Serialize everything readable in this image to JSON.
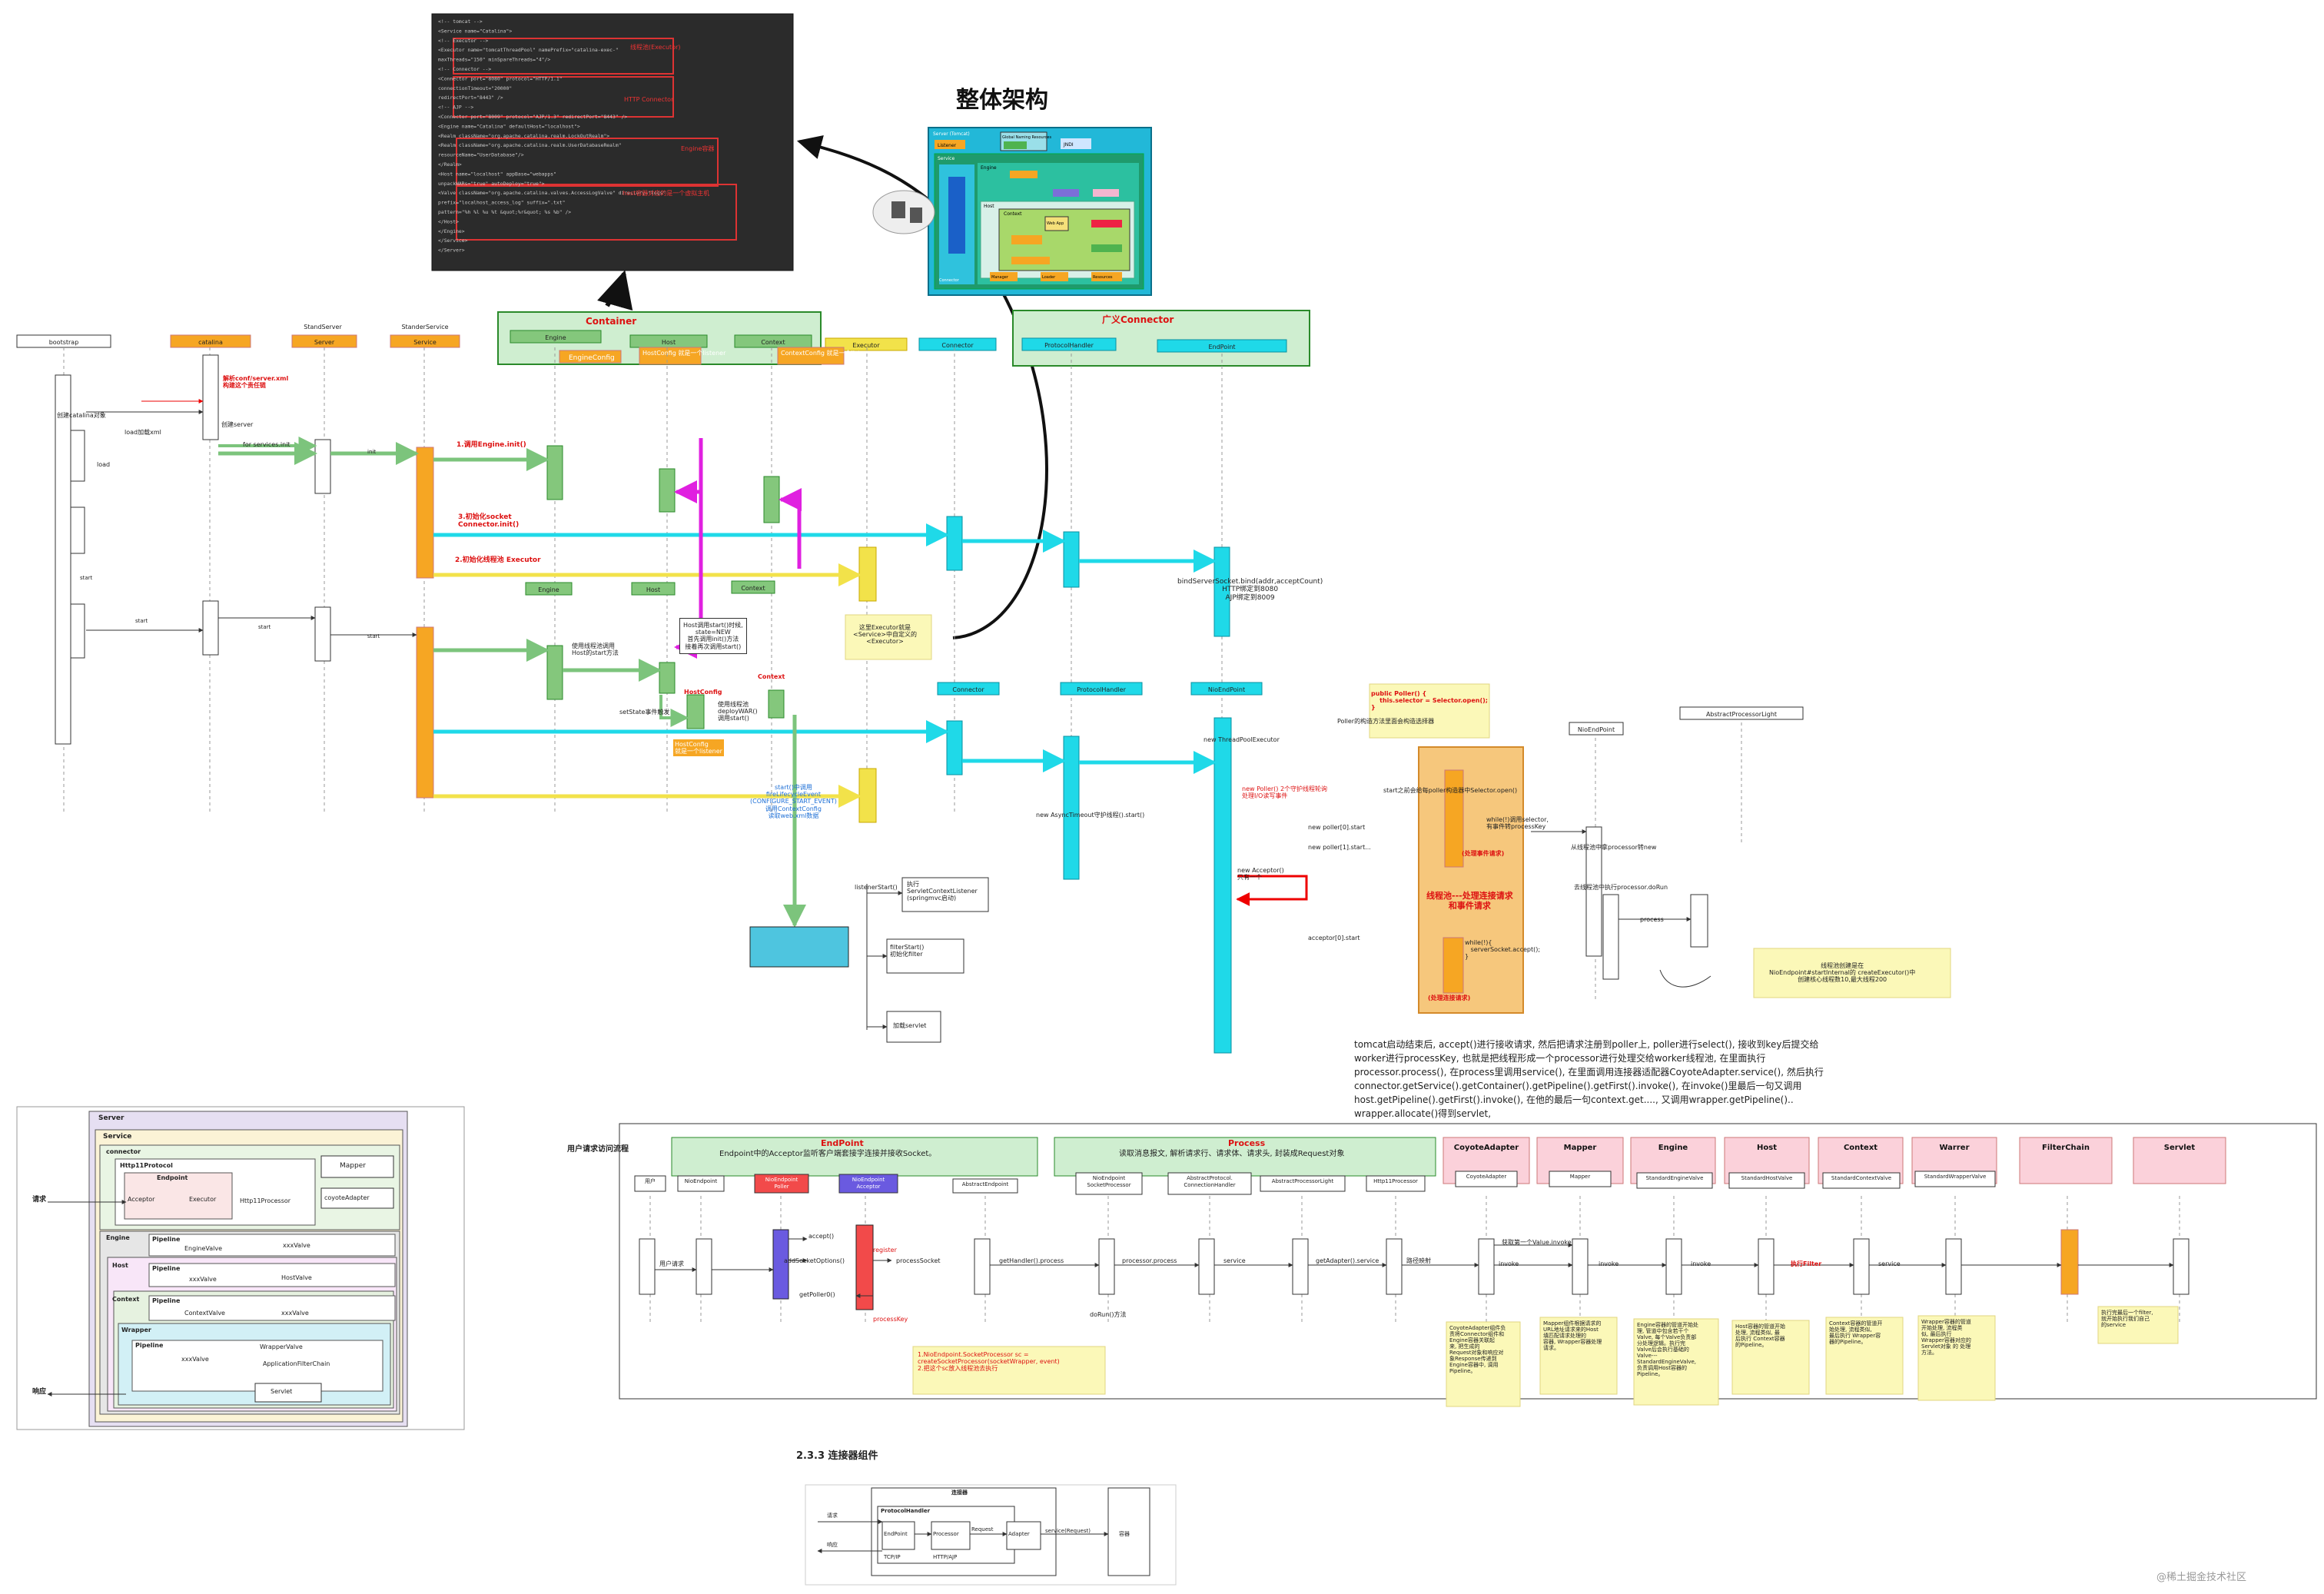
{
  "overview": {
    "title": "整体架构",
    "watermark": "@稀土掘金技术社区"
  },
  "lifelines": [
    {
      "label": "bootstrap"
    },
    {
      "label": "catalina"
    },
    {
      "label": "StandServer"
    },
    {
      "label": "Server"
    },
    {
      "label": "StanderService"
    },
    {
      "label": "Service"
    },
    {
      "label": "Engine"
    },
    {
      "label": "Host"
    },
    {
      "label": "Context"
    },
    {
      "label": "Executor"
    },
    {
      "label": "Connector"
    },
    {
      "label": "ProtocolHandler"
    },
    {
      "label": "EndPoint"
    },
    {
      "label": "NioEndPoint"
    },
    {
      "label": "AbstractProcessorLight"
    }
  ],
  "groups": {
    "container": "Container",
    "connector": "广义Connector",
    "engine_config": "EngineConfig",
    "host_config": "HostConfig\n就是一个listener",
    "context_config": "ContextConfig\n就是一个listener"
  },
  "seq_labels": {
    "parse_xml": "解析conf/server.xml\n构建这个责任链",
    "create_catalina": "创建catalina对象",
    "load_via_bootstrap": "load加载xml",
    "load": "load",
    "create_server": "创建server",
    "for_services_init": "for services.init",
    "init": "init",
    "start": "start",
    "engine_init": "1.调用Engine.init()",
    "socket_init": "3.初始化socket\nConnector.init()",
    "executor_init": "2.初始化线程池 Executor",
    "bind": "bindServerSocket.bind(addr,acceptCount)\nHTTP绑定到8080\nAJP绑定到8009",
    "host_start_note": "Host调用start()时候,\nstate=NEW\n首先调用init()方法\n接着再次调用start()",
    "executor_note": "这里Executor就是\n<Service>中自定义的\n<Executor>",
    "use_pool_call": "使用线程池调用\nHost的start方法",
    "host_cfg_label": "HostConfig",
    "context_label": "Context",
    "deploy_war": "使用线程池\ndeployWAR()\n调用start()",
    "setstate": "setState事件触发",
    "host_cfg_listener": "HostConfig\n就是一个listener",
    "context_start": "start()中调用\nfireLifecycleEvent\n(CONFIGURE_START_EVENT)\n调用ContextConfig\n读取web.xml数据",
    "listener_start": "listenerStart()",
    "exec_listener": "执行\nServletContextListener\n(springmvc启动)",
    "filter_start": "filterStart()\n初始化filter",
    "load_servlet": "加载servlet",
    "new_tpe": "new ThreadPoolExecutor",
    "new_poller": "new Poller() 2个守护线程轮询\n处理I/O读写事件",
    "new_async": "new AsyncTimeout守护线程().start()",
    "poller_start_a": "new poller[0].start",
    "poller_start_b": "new poller[1].start...",
    "new_acceptor": "new Acceptor()\n只有一个",
    "acceptor_start": "acceptor[0].start",
    "poller_code": "public Poller() {\n    this.selector = Selector.open();\n}",
    "poller_code_desc": "Poller的构造方法里面会构造选择器",
    "start_poller_note": "start之前会给每poller构造器中Selector.open()",
    "poller_loop": "while(!)调用selector,\n有事件转processKey",
    "from_poller": "从线程池中拿processor转new",
    "pool_exec": "去线程池中执行processor.doRun",
    "process": "process",
    "handle_event": "(处理事件请求)",
    "pool_title": "线程池---处理连接请求\n和事件请求",
    "acceptor_loop": "while(!){\n   serverSocket.accept();\n}",
    "handle_conn": "(处理连接请求)",
    "pool_note": "线程池创建是在\nNioEndpoint#startInternal的 createExecutor()中\n创建核心线程数10,最大线程200",
    "summary": "tomcat启动结束后, accept()进行接收请求, 然后把请求注册到poller上, poller进行select(), 接收到key后提交给\nworker进行processKey, 也就是把线程形成一个processor进行处理交给worker线程池, 在里面执行\nprocessor.process(), 在process里调用service(), 在里面调用连接器适配器CoyoteAdapter.service(), 然后执行\nconnector.getService().getContainer().getPipeline().getFirst().invoke(), 在invoke()里最后一句又调用\nhost.getPipeline().getFirst().invoke(), 在他的最后一句context.get...., 又调用wrapper.getPipeline()..\nwrapper.allocate()得到servlet,"
  },
  "mini_sublabels": [
    "Engine",
    "Host",
    "Context",
    "Connector",
    "ProtocolHandler",
    "NioEndPoint"
  ],
  "arch_diagram": {
    "server": "Server",
    "service": "Service",
    "connector": "connector",
    "http11": "Http11Protocol",
    "endpoint": "Endpoint",
    "acceptor": "Acceptor",
    "executor": "Executor",
    "http11processor": "Http11Processor",
    "mapper": "Mapper",
    "coyote": "coyoteAdapter",
    "engine": "Engine",
    "host": "Host",
    "context": "Context",
    "wrapper": "Wrapper",
    "pipeline": "Pipeline",
    "engine_valve": "EngineValve",
    "host_valve": "HostValve",
    "context_valve": "ContextValve",
    "wrapper_valve": "WrapperValve",
    "xxx_valve": "xxxValve",
    "filter_chain": "ApplicationFilterChain",
    "servlet": "Servlet",
    "request": "请求",
    "response": "响应"
  },
  "request_flow": {
    "title": "用户请求访问流程",
    "endpoint_title": "EndPoint",
    "endpoint_desc": "Endpoint中的Acceptor监听客户端套接字连接并接收Socket。",
    "process_title": "Process",
    "process_desc": "读取消息报文, 解析请求行、请求体、请求头, 封装成Request对象",
    "headers": [
      "CoyoteAdapter",
      "Mapper",
      "Engine",
      "Host",
      "Context",
      "Warrer",
      "FilterChain",
      "Servlet"
    ],
    "sub_boxes": [
      "用户",
      "NioEndpoint",
      "NioEndpoint\nPoller",
      "NioEndpoint\nAcceptor",
      "AbstractEndpoint",
      "NioEndpoint\nSocketProcessor",
      "AbstractProtocol.\nConnectionHandler",
      "AbstractProcessorLight",
      "Http11Processor",
      "CoyoteAdapter",
      "Mapper",
      "StandardEngineValve",
      "StandardHostValve",
      "StandardContextValve",
      "StandardWrapperValve"
    ],
    "arrows": [
      "用户请求",
      "accept()",
      "addSocketOptions()",
      "processSocket",
      "getPoller0()",
      "doRun()方法",
      "getHandler().process",
      "processor.process",
      "service",
      "getAdapter().service",
      "路径映射",
      "获取第一个Value.invoke",
      "invoke",
      "invoke",
      "invoke",
      "执行Filter",
      "service"
    ],
    "red_labels": [
      "register",
      "processKey"
    ],
    "notes": [
      "1.NioEndpoint.SocketProcessor sc =\ncreateSocketProcessor(socketWrapper, event)\n2.把这个sc放入线程池去执行",
      "CoyoteAdapter组件负\n责将Connector组件和\nEngine容器关联起\n来, 把生成的\nRequest对象和响应对\n象Response传递到\nEngine容器中, 调用\nPipeline。",
      "Mapper组件根据请求的\nURL地址请求来的Host\n填匹配请求处理的\n容器, Wrapper容器处理\n请求。",
      "Engine容器的管道开始处\n理, 管道中包含若干个\nValve, 每个Valve负责部\n分处理逻辑。执行完\nValve后会执行基础的\nValve---\nStandardEngineValve,\n负责调用Host容器的\nPipeline。",
      "Host容器的管道开始\n处理, 流程类似, 最\n后执行 Context容器\n的Pipeline。",
      "Context容器的管道开\n始处理, 流程类似,\n最后执行 Wrapper容\n器的Pipeline。",
      "Wrapper容器的管道\n开始处理, 流程类\n似, 最后执行\nWrapper容器对应的\nServlet对象 的 处理\n方法。",
      "执行完最后一个filter,\n就开始执行我们自己\n的service"
    ]
  },
  "connector_fig": {
    "heading": "2.3.3 连接器组件",
    "title": "连接器",
    "protocol_handler": "ProtocolHandler",
    "endpoint": "EndPoint",
    "processor": "Processor",
    "adapter": "Adapter",
    "tcpip": "TCP/IP",
    "http_ajp": "HTTP/AJP",
    "request": "请求",
    "response": "响应",
    "container": "容器",
    "service": "service(Request)",
    "request_arrow": "Request"
  },
  "mini_arch": {
    "server": "Server (Tomcat)",
    "service": "Service",
    "engine": "Engine",
    "host": "Host",
    "context": "Context",
    "listener": "Listener",
    "cluster": "Cluster",
    "realm": "Realm",
    "valve": "Valve",
    "web_app": "Web App",
    "global": "Global Naming Resources",
    "executor": "Executor",
    "manager": "Manager",
    "loader": "Loader",
    "resources": "Resources",
    "connector": "Connector",
    "jndi": "JNDI"
  },
  "code_snippet": {
    "lines": [
      "<!-- tomcat -->",
      "<Service name=\"Catalina\">",
      "  <!-- Executor -->",
      "  <Executor name=\"tomcatThreadPool\" namePrefix=\"catalina-exec-\"",
      "      maxThreads=\"150\" minSpareThreads=\"4\"/>",
      "  <!-- Connector -->",
      "  <Connector port=\"8080\" protocol=\"HTTP/1.1\"",
      "      connectionTimeout=\"20000\"",
      "      redirectPort=\"8443\" />",
      "  <!-- AJP -->",
      "  <Connector port=\"8009\" protocol=\"AJP/1.3\" redirectPort=\"8443\" />",
      "  <Engine name=\"Catalina\" defaultHost=\"localhost\">",
      "    <Realm className=\"org.apache.catalina.realm.LockOutRealm\">",
      "      <Realm className=\"org.apache.catalina.realm.UserDatabaseRealm\"",
      "          resourceName=\"UserDatabase\"/>",
      "    </Realm>",
      "    <Host name=\"localhost\" appBase=\"webapps\"",
      "        unpackWARs=\"true\" autoDeploy=\"true\">",
      "      <Valve className=\"org.apache.catalina.valves.AccessLogValve\" directory=\"logs\"",
      "          prefix=\"localhost_access_log\" suffix=\".txt\"",
      "          pattern=\"%h %l %u %t &quot;%r&quot; %s %b\" />",
      "    </Host>",
      "  </Engine>",
      "</Service>",
      "</Server>"
    ],
    "notes": [
      "线程池(Executor)",
      "HTTP Connector",
      "Engine容器",
      "host容器对应的是一个虚拟主机"
    ]
  }
}
